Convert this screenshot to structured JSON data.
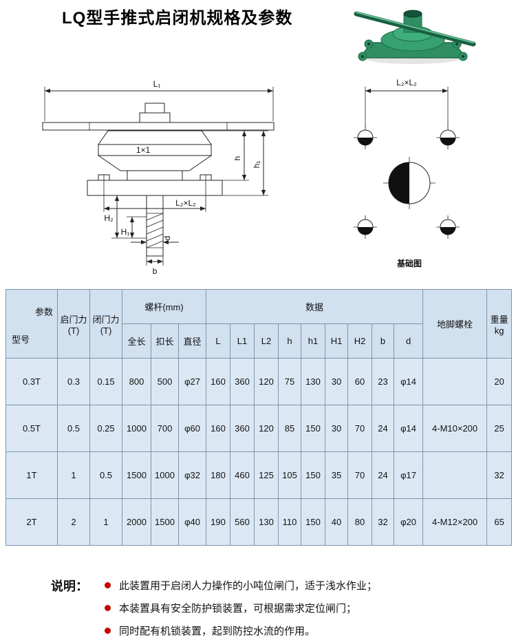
{
  "page": {
    "title": "LQ型手推式启闭机规格及参数"
  },
  "main_drawing": {
    "labels": {
      "L1": "L₁",
      "body": "1×1",
      "h": "h",
      "h1": "h₁",
      "L2xL2": "L₂×L₂",
      "H2": "H₂",
      "H1": "H₁",
      "d": "d",
      "b": "b"
    }
  },
  "foundation_drawing": {
    "dim": "L₂×L₂",
    "caption": "基础图"
  },
  "table": {
    "header": {
      "param": "参数",
      "model": "型号",
      "open_force": "启门力(T)",
      "close_force": "闭门力(T)",
      "screw_group": "螺杆(mm)",
      "screw_full": "全长",
      "screw_thread": "扣长",
      "screw_dia": "直径",
      "data_group": "数据",
      "L": "L",
      "L1": "L1",
      "L2": "L2",
      "h": "h",
      "h1": "h1",
      "H1": "H1",
      "H2": "H2",
      "b": "b",
      "d": "d",
      "anchor": "地脚螺栓",
      "weight": "重量",
      "weight_unit": "kg"
    },
    "rows": [
      {
        "model": "0.3T",
        "open": "0.3",
        "close": "0.15",
        "full": "800",
        "thread": "500",
        "dia": "φ27",
        "L": "160",
        "L1": "360",
        "L2": "120",
        "h": "75",
        "h1": "130",
        "H1": "30",
        "H2": "60",
        "b": "23",
        "d": "φ14",
        "anchor": "",
        "weight": "20"
      },
      {
        "model": "0.5T",
        "open": "0.5",
        "close": "0.25",
        "full": "1000",
        "thread": "700",
        "dia": "φ60",
        "L": "160",
        "L1": "360",
        "L2": "120",
        "h": "85",
        "h1": "150",
        "H1": "30",
        "H2": "70",
        "b": "24",
        "d": "φ14",
        "anchor": "4-M10×200",
        "weight": "25"
      },
      {
        "model": "1T",
        "open": "1",
        "close": "0.5",
        "full": "1500",
        "thread": "1000",
        "dia": "φ32",
        "L": "180",
        "L1": "460",
        "L2": "125",
        "h": "105",
        "h1": "150",
        "H1": "35",
        "H2": "70",
        "b": "24",
        "d": "φ17",
        "anchor": "",
        "weight": "32"
      },
      {
        "model": "2T",
        "open": "2",
        "close": "1",
        "full": "2000",
        "thread": "1500",
        "dia": "φ40",
        "L": "190",
        "L1": "560",
        "L2": "130",
        "h": "110",
        "h1": "150",
        "H1": "40",
        "H2": "80",
        "b": "32",
        "d": "φ20",
        "anchor": "4-M12×200",
        "weight": "65"
      }
    ]
  },
  "notes": {
    "label": "说明：",
    "items": [
      "此装置用于启闭人力操作的小吨位闸门，适于浅水作业；",
      "本装置具有安全防护锁装置，可根据需求定位闸门；",
      "同时配有机锁装置，起到防控水流的作用。"
    ]
  }
}
